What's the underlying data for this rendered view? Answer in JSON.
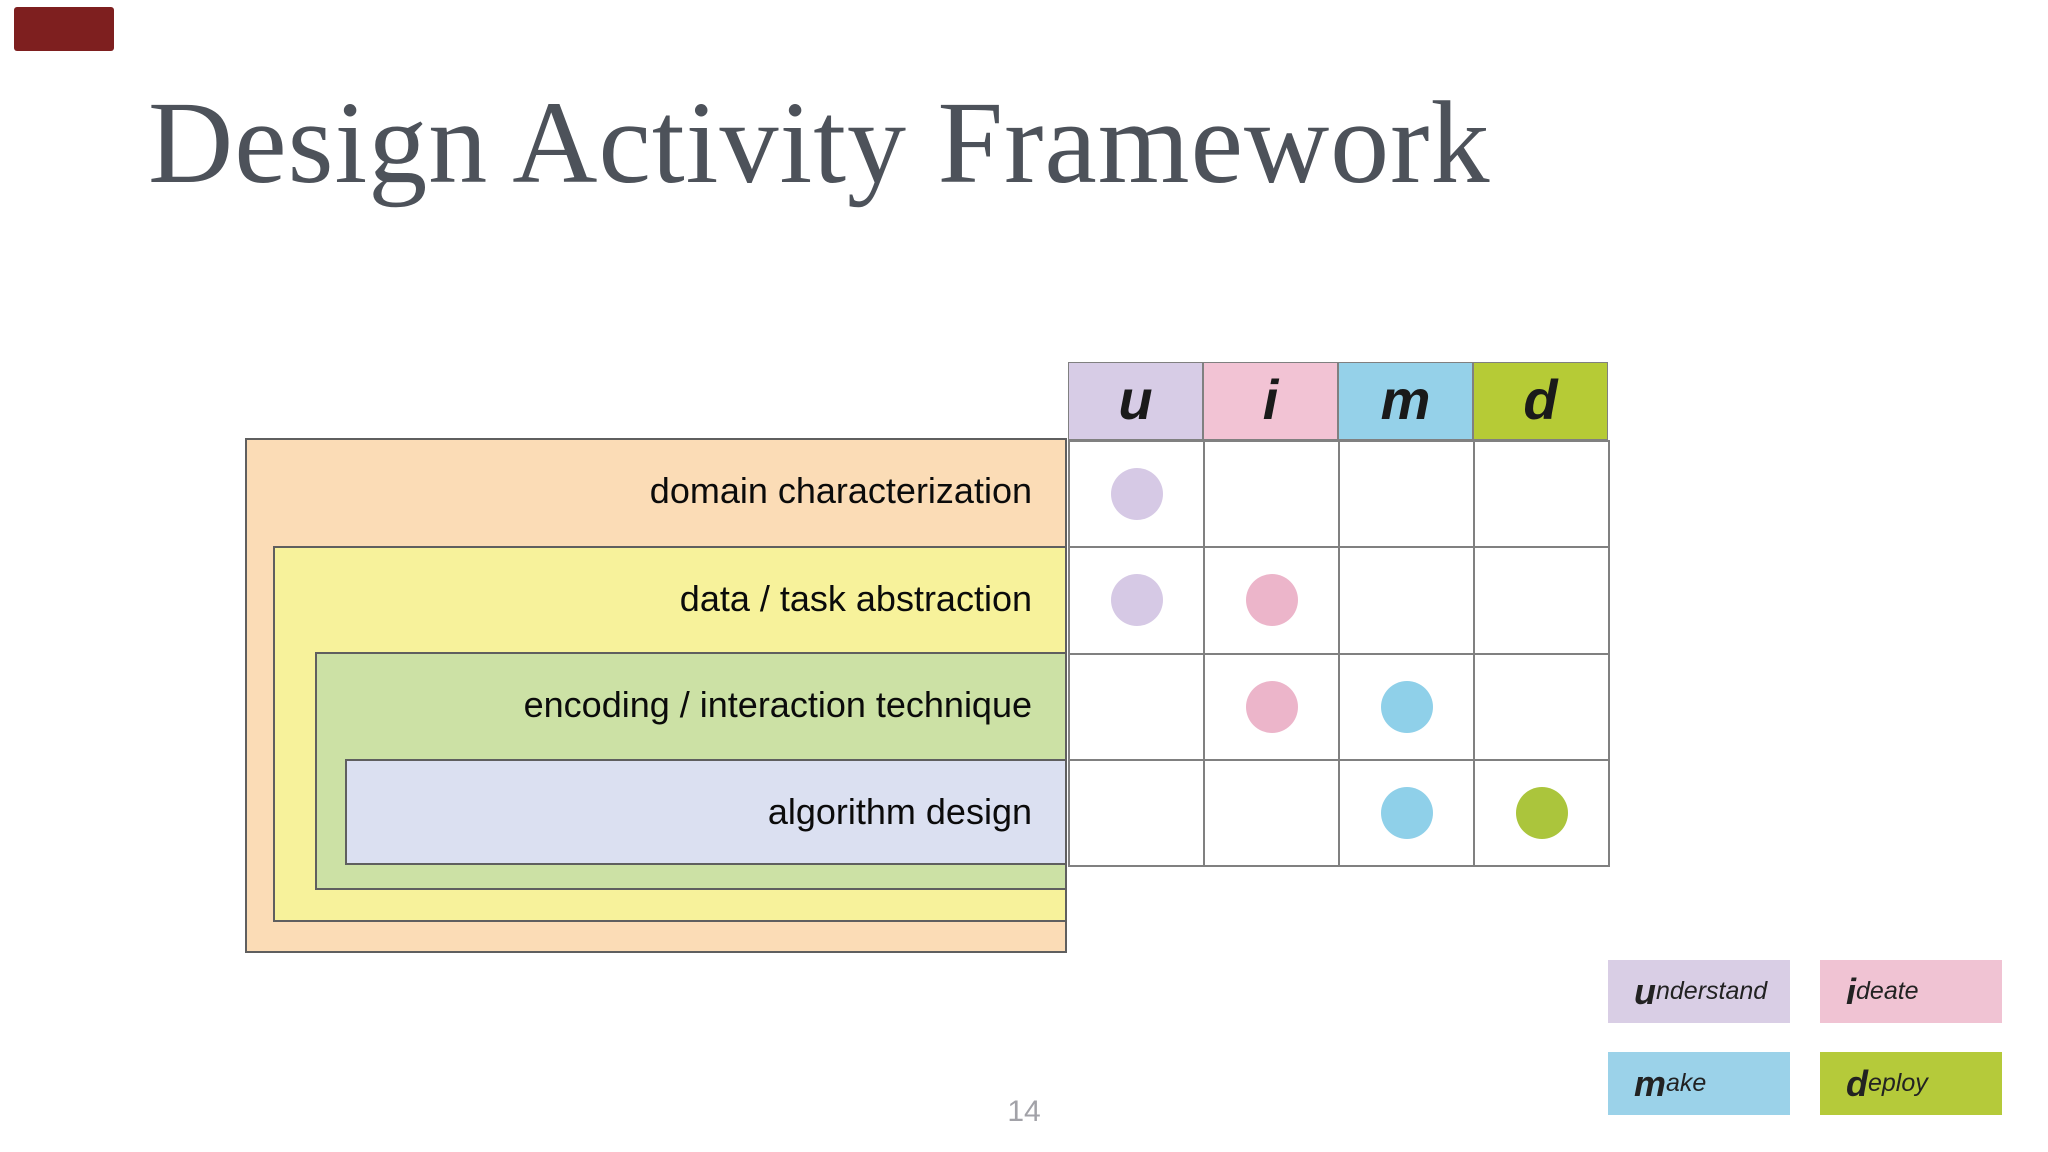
{
  "slide": {
    "title": "Design Activity Framework",
    "title_color": "#4d525a",
    "page_number": "14",
    "background": "#ffffff"
  },
  "corner_mark": {
    "color": "#7e1f1f"
  },
  "matrix": {
    "grid_line_color": "#808080",
    "box_border_color": "#5f5f5f",
    "columns": [
      {
        "id": "u",
        "label": "u",
        "header_color": "#d7cce6",
        "dot_color": "#d6c9e5"
      },
      {
        "id": "i",
        "label": "i",
        "header_color": "#f2c3d4",
        "dot_color": "#ecb5ca"
      },
      {
        "id": "m",
        "label": "m",
        "header_color": "#95d1e9",
        "dot_color": "#8fd0e9"
      },
      {
        "id": "d",
        "label": "d",
        "header_color": "#b6cb36",
        "dot_color": "#abc53c"
      }
    ],
    "rows": [
      {
        "id": "domain-characterization",
        "label": "domain characterization",
        "box_color": "#fbdcb6",
        "dots": [
          "u"
        ]
      },
      {
        "id": "data-task-abstraction",
        "label": "data / task abstraction",
        "box_color": "#f7f29b",
        "dots": [
          "u",
          "i"
        ]
      },
      {
        "id": "encoding-interaction-technique",
        "label": "encoding / interaction technique",
        "box_color": "#cce1a5",
        "dots": [
          "i",
          "m"
        ]
      },
      {
        "id": "algorithm-design",
        "label": "algorithm design",
        "box_color": "#dbe0f1",
        "dots": [
          "m",
          "d"
        ]
      }
    ]
  },
  "legend": [
    {
      "id": "understand",
      "initial": "u",
      "rest": "nderstand",
      "color": "#d9cee5"
    },
    {
      "id": "ideate",
      "initial": "i",
      "rest": "deate",
      "color": "#f0c3d3"
    },
    {
      "id": "make",
      "initial": "m",
      "rest": "ake",
      "color": "#9bd2e9"
    },
    {
      "id": "deploy",
      "initial": "d",
      "rest": "eploy",
      "color": "#b5ca3a"
    }
  ]
}
